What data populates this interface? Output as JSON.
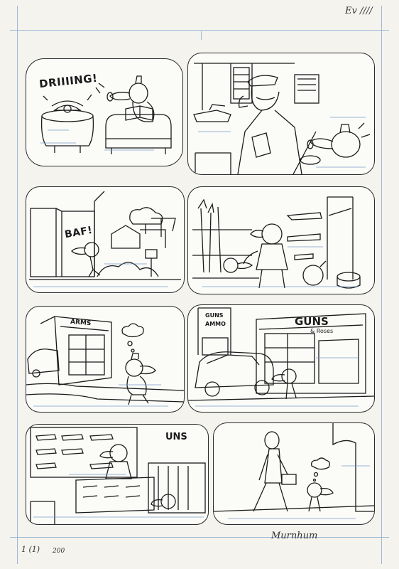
{
  "page": {
    "corner_mark": "Ev ////",
    "page_number": "1 (1)",
    "page_code": "200",
    "signature": "Murnhum"
  },
  "panels": {
    "p1": {
      "sfx": "DRIIIING!"
    },
    "p3": {
      "sfx": "BAF!"
    },
    "p5": {
      "shop_sign": "ARMS"
    },
    "p6": {
      "sign_left_1": "GUNS",
      "sign_left_2": "AMMO",
      "sign_right_1": "GUNS",
      "sign_right_2": "& Roses"
    },
    "p7": {
      "window_text": "UNS"
    }
  },
  "colors": {
    "ink": "#1a1a1a",
    "blue_pencil": "#6f97c4",
    "paper": "#f4f3ee"
  }
}
